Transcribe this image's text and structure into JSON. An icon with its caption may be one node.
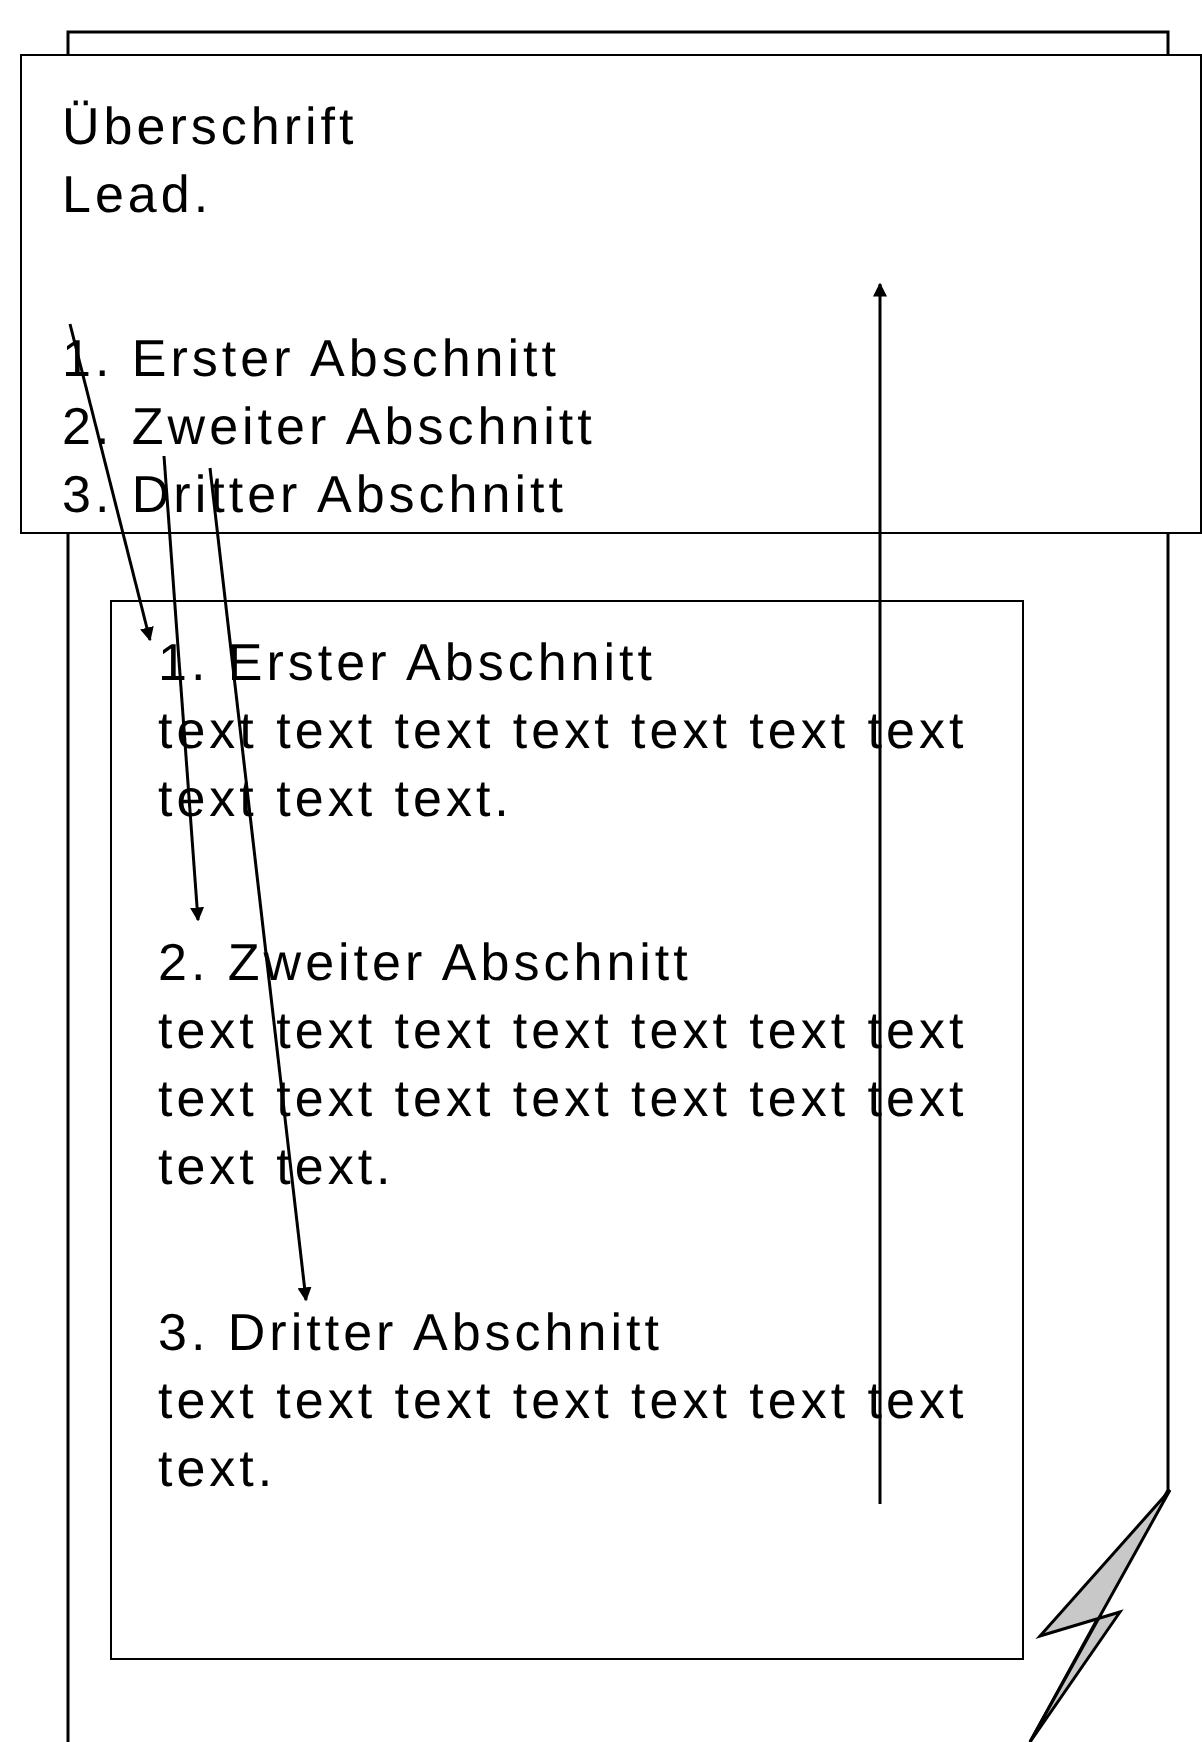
{
  "diagram": {
    "nodes": [
      {
        "text": [],
        "shape": "box"
      },
      {
        "text": [
          "Überschrift",
          "Lead."
        ]
      },
      {
        "text": [
          "1. Erster Abschnitt"
        ],
        "in": 1
      },
      {
        "text": [
          "2. Zweiter Abschnitt"
        ],
        "in": 1
      },
      {
        "text": [
          "3. Dritter Abschnitt"
        ],
        "in": 1
      },
      {
        "text": [],
        "shape": "box",
        "in": 0
      },
      {
        "text": [
          "1. Erster Abschnitt",
          "text text text text text text text text text text."
        ],
        "in": 5
      },
      {
        "text": [
          "2. Zweiter Abschnitt",
          "text text text text text text text text text text text text text text text text."
        ],
        "in": 5
      },
      {
        "text": [
          "3. Dritter Abschnitt",
          "text text text text text text text text."
        ],
        "in": 5
      }
    ],
    "edges": [
      {
        "from": 2,
        "to": 6,
        "arrow": "to"
      },
      {
        "from": 3,
        "to": 7,
        "arrow": "to"
      },
      {
        "from": 4,
        "to": 8,
        "arrow": "to"
      },
      {
        "from": 8,
        "to": null,
        "arrow": "to"
      }
    ]
  }
}
